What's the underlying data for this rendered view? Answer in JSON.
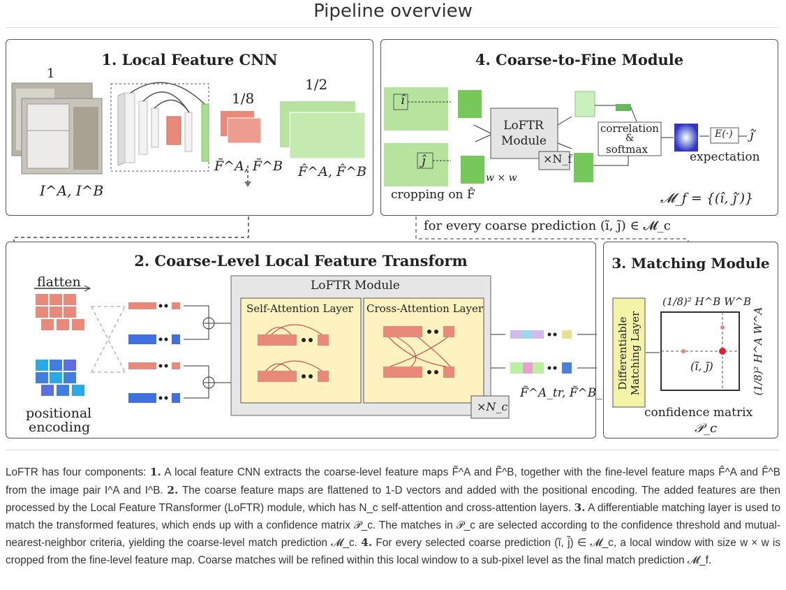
{
  "page_title": "Pipeline overview",
  "panels": {
    "local_cnn": {
      "title": "1. Local Feature CNN",
      "scale_1": "1",
      "scale_1_8": "1/8",
      "scale_1_2": "1/2",
      "input_label": "I^A, I^B",
      "coarse_label": "F̃^A, F̃^B",
      "fine_label": "F̂^A, F̂^B"
    },
    "coarse_to_fine": {
      "title": "4. Coarse-to-Fine Module",
      "i_hat": "î",
      "j_hat": "ĵ",
      "loftr_module": "LoFTR Module",
      "times_nf": "×N_f",
      "correlation": "correlation",
      "amp": "&",
      "softmax": "softmax",
      "expectation_fn": "E(·)",
      "j_prime": "ĵ′",
      "expectation": "expectation",
      "window": "w × w",
      "cropping": "cropping on F̂",
      "mf": "𝓜_f = {(î, ĵ′)}"
    },
    "transform": {
      "title": "2. Coarse-Level Local Feature Transform",
      "flatten": "flatten",
      "positional": "positional",
      "encoding": "encoding",
      "loftr_module": "LoFTR Module",
      "self_attention": "Self-Attention Layer",
      "cross_attention": "Cross-Attention Layer",
      "times_nc": "×N_c",
      "f_tr": "F̃^A_tr, F̃^B_tr"
    },
    "matching": {
      "title": "3. Matching Module",
      "dml_line1": "Differentiable",
      "dml_line2": "Matching Layer",
      "top_dim": "(1/8)² H^B W^B",
      "side_dim": "(1/8)² H^A W^A",
      "point": "(ĩ, j̃)",
      "confidence": "confidence matrix",
      "pc": "𝒫_c"
    },
    "every_pred": "for every coarse prediction (ĩ, j̃) ∈ 𝓜_c"
  },
  "colors": {
    "salmon": "#e8897a",
    "green": "#8fd07a",
    "light_green": "#bfe8a8",
    "blue": "#3f7fe0",
    "yellow": "#fdf2c0",
    "gray_box": "#e6e6e6",
    "red_point": "#e0202a"
  },
  "caption": {
    "p1": "LoFTR has four components: ",
    "n1": "1.",
    "p2": " A local feature CNN extracts the coarse-level feature maps F̃^A and F̃^B, together with the fine-level feature maps F̂^A and F̂^B from the image pair I^A and I^B. ",
    "n2": "2.",
    "p3": " The coarse feature maps are flattened to 1-D vectors and added with the positional encoding. The added features are then processed by the Local Feature TRansformer (LoFTR) module, which has N_c self-attention and cross-attention layers. ",
    "n3": "3.",
    "p4": " A differentiable matching layer is used to match the transformed features, which ends up with a confidence matrix 𝒫_c. The matches in 𝒫_c are selected according to the confidence threshold and mutual-nearest-neighbor criteria, yielding the coarse-level match prediction 𝓜_c. ",
    "n4": "4.",
    "p5": " For every selected coarse prediction (ĩ, j̃) ∈ 𝓜_c, a local window with size w × w is cropped from the fine-level feature map. Coarse matches will be refined within this local window to a sub-pixel level as the final match prediction 𝓜_f."
  }
}
